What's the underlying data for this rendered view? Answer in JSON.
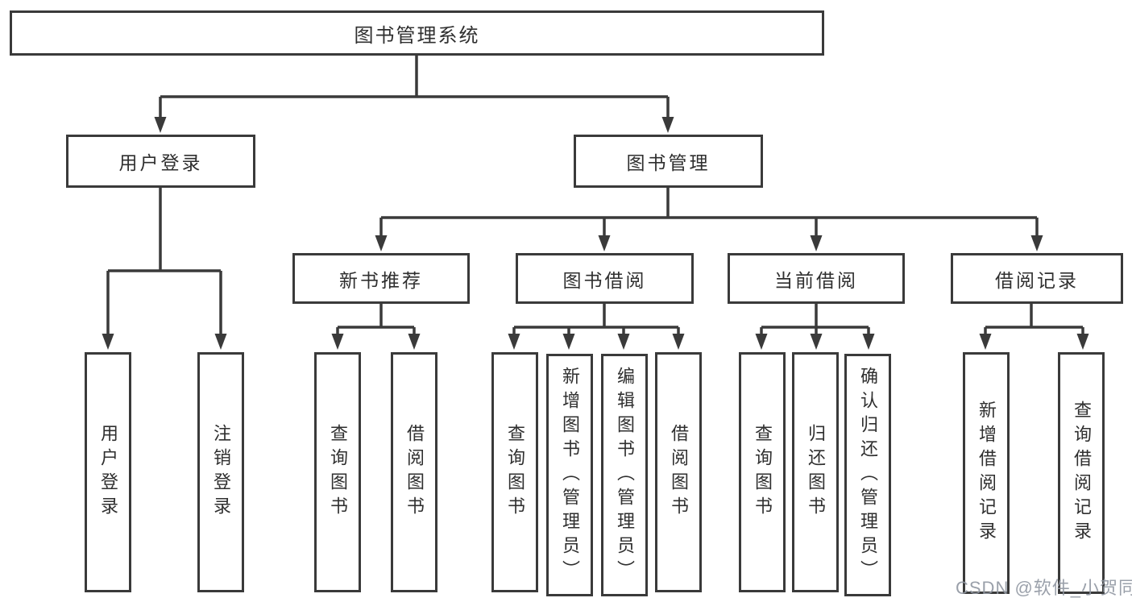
{
  "diagram": {
    "root": {
      "label": "图书管理系统"
    },
    "branches": [
      {
        "label": "用户登录",
        "children": [
          {
            "label": "用户登录"
          },
          {
            "label": "注销登录"
          }
        ]
      },
      {
        "label": "图书管理",
        "children": [
          {
            "label": "新书推荐",
            "children": [
              {
                "label": "查询图书"
              },
              {
                "label": "借阅图书"
              }
            ]
          },
          {
            "label": "图书借阅",
            "children": [
              {
                "label": "查询图书"
              },
              {
                "label": "新增图书（管理员）"
              },
              {
                "label": "编辑图书（管理员）"
              },
              {
                "label": "借阅图书"
              }
            ]
          },
          {
            "label": "当前借阅",
            "children": [
              {
                "label": "查询图书"
              },
              {
                "label": "归还图书"
              },
              {
                "label": "确认归还（管理员）"
              }
            ]
          },
          {
            "label": "借阅记录",
            "children": [
              {
                "label": "新增借阅记录"
              },
              {
                "label": "查询借阅记录"
              }
            ]
          }
        ]
      }
    ],
    "watermark": "CSDN @软件_小贺同学",
    "colors": {
      "line": "#3a3a3a",
      "box_border": "#3a3a3a",
      "text": "#2f2f2f",
      "background": "#ffffff",
      "watermark": "#9096a1"
    }
  }
}
